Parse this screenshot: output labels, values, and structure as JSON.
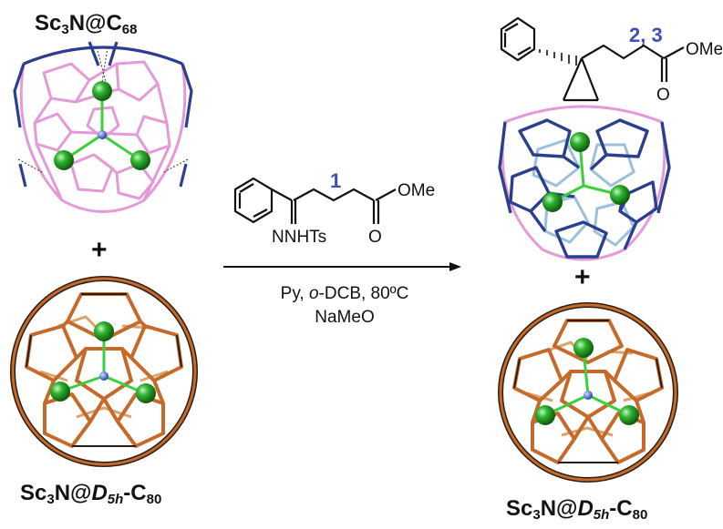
{
  "labels": {
    "top_left": {
      "prefix": "Sc",
      "sub1": "3",
      "mid": "N@C",
      "sub2": "68"
    },
    "bottom_left": {
      "prefix": "Sc",
      "sub1": "3",
      "mid": "N@",
      "sym": "D",
      "symsub": "5h",
      "tail": "-C",
      "sub2": "80"
    },
    "bottom_right": {
      "prefix": "Sc",
      "sub1": "3",
      "mid": "N@",
      "sym": "D",
      "symsub": "5h",
      "tail": "-C",
      "sub2": "80"
    }
  },
  "plus": "+",
  "reagent": {
    "number": "1",
    "hydrazone": "NNHTs",
    "ester_group": "OMe",
    "carbonyl_o": "O"
  },
  "conditions": {
    "line1_a": "Py, ",
    "line1_italic": "o",
    "line1_b": "-DCB, 80ºC",
    "line2": "NaMeO"
  },
  "product": {
    "numbers": "2, 3",
    "ester_group": "OMe",
    "carbonyl_o": "O"
  },
  "colors": {
    "c68_cage": "#e59ad8",
    "c68_pentagon_edges": "#2c3f8f",
    "c80_cage": "#c56a2a",
    "c80_dark": "#2b1d10",
    "sc_atom": "#2fb52f",
    "n_atom": "#4a68d8",
    "label_blue": "#3d4fb8"
  }
}
